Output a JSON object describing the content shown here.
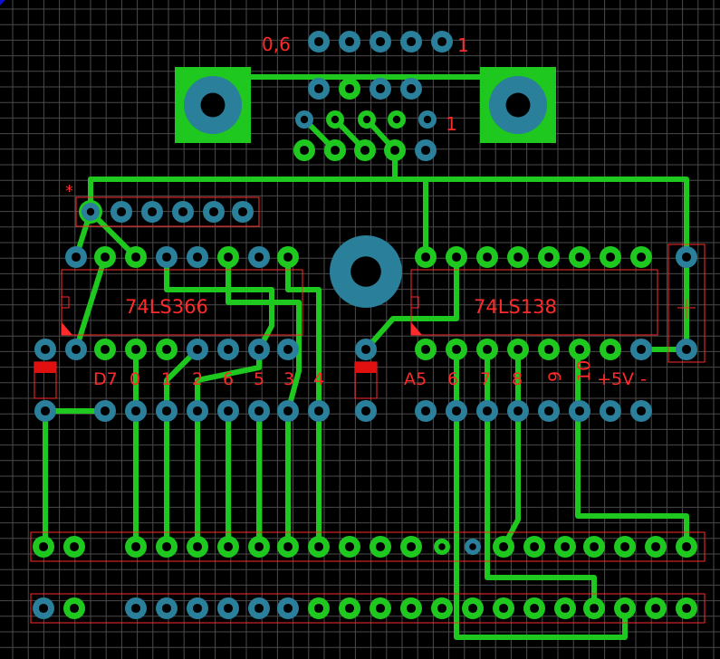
{
  "colors": {
    "background": "#000000",
    "grid": "#4a4a4a",
    "trace": "#1ec81e",
    "copper": "#1ec81e",
    "pad_blue": "#2a7f9a",
    "drill": "#000000",
    "silkscreen": "#ff2a2a",
    "diode_band": "#e01010",
    "corner_marker": "#1010d0"
  },
  "labels": {
    "connector_left": "0,6",
    "connector_right": "1",
    "connector_row2_one": "1",
    "header_star": "*",
    "ic1_name": "74LS366",
    "ic2_name": "74LS138",
    "pin_labels": [
      "D7",
      "0",
      "1",
      "2",
      "6",
      "5",
      "3",
      "4",
      "A5",
      "6",
      "7",
      "8",
      "9",
      "10",
      "+5V",
      "-"
    ]
  }
}
